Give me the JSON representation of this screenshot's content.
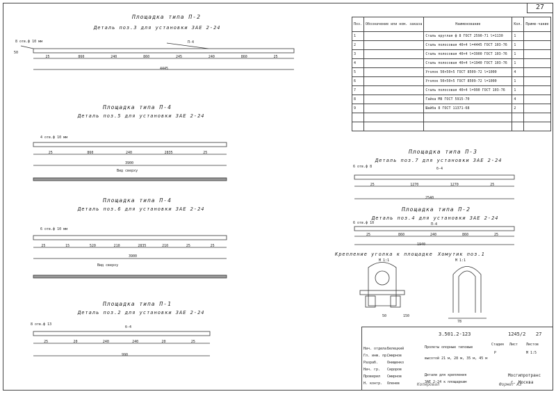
{
  "page_number": "27",
  "drawings": [
    {
      "id": "p2a",
      "title": "Площадка типа П-2",
      "subtitle": "Деталь поз.3 для установки ЗАЕ 2-24",
      "holes": "8 отв.ф 10 мм",
      "mark": "П-4",
      "dims": [
        "25",
        "860",
        "240",
        "860",
        "245",
        "240",
        "860",
        "25"
      ],
      "total": "4445",
      "side": "50"
    },
    {
      "id": "p4a",
      "title": "Площадка типа П-4",
      "subtitle": "Деталь поз.5 для установки ЗАЕ 2-24",
      "holes": "4 отв.ф 10 мм",
      "dims": [
        "25",
        "860",
        "240",
        "2835",
        "25"
      ],
      "total": "3900",
      "view": "Вид сверху"
    },
    {
      "id": "p4b",
      "title": "Площадка типа П-4",
      "subtitle": "Деталь поз.6 для установки ЗАЕ 2-24",
      "holes": "6 отв.ф 10 мм",
      "dims": [
        "25",
        "15",
        "520",
        "210",
        "2835",
        "210",
        "25",
        "25"
      ],
      "total": "3900",
      "view": "Вид сверху"
    },
    {
      "id": "p1",
      "title": "Площадка типа П-1",
      "subtitle": "Деталь поз.2 для установки ЗАЕ 2-24",
      "holes": "8 отв.ф 13",
      "mark": "б-4",
      "dims": [
        "25",
        "20",
        "240",
        "240",
        "20",
        "25"
      ],
      "total": "990"
    },
    {
      "id": "p3",
      "title": "Площадка типа П-3",
      "subtitle": "Деталь поз.7 для установки ЗАЕ 2-24",
      "holes": "6 отв.ф 8",
      "mark": "б-4",
      "dims": [
        "25",
        "1270",
        "1270",
        "25"
      ],
      "total": "2540"
    },
    {
      "id": "p2b",
      "title": "Площадка типа П-2",
      "subtitle": "Деталь поз.4 для установки ЗАЕ 2-24",
      "holes": "6 отв.ф 10",
      "mark": "П-4",
      "dims": [
        "25",
        "860",
        "240",
        "860",
        "25"
      ],
      "total": "1940"
    }
  ],
  "spec": {
    "headers": [
      "Поз.",
      "Обозначение или ном. заказа",
      "Наименование",
      "Кол.",
      "Приме-чание"
    ],
    "rows": [
      [
        "1",
        "",
        "Сталь круглая ф 8 ГОСТ 2590-71 l=1130",
        "1",
        ""
      ],
      [
        "2",
        "",
        "Сталь полосовая 40×4 l=4445 ГОСТ 103-76",
        "1",
        ""
      ],
      [
        "3",
        "",
        "Сталь полосовая 40×4 l=3900 ГОСТ 103-76",
        "1",
        ""
      ],
      [
        "4",
        "",
        "Сталь полосовая 40×4 l=1940 ГОСТ 103-76",
        "1",
        ""
      ],
      [
        "5",
        "",
        "Уголок 50×50×5 ГОСТ 8509-72 l=1000",
        "4",
        ""
      ],
      [
        "6",
        "",
        "Уголок 50×50×5 ГОСТ 8509-72 l=1000",
        "1",
        ""
      ],
      [
        "7",
        "",
        "Сталь полосовая 40×4 l=990 ГОСТ 103-76",
        "1",
        ""
      ],
      [
        "8",
        "",
        "Гайка М8 ГОСТ 5915-70",
        "4",
        ""
      ],
      [
        "9",
        "",
        "Шайба 8 ГОСТ 11371-68",
        "2",
        ""
      ],
      [
        "",
        "",
        "",
        "",
        ""
      ],
      [
        "",
        "",
        "",
        "",
        ""
      ]
    ]
  },
  "details": {
    "fastening_title": "Крепление уголка к площадке",
    "fastening_scale": "М 1:1",
    "clamp_title": "Хомутик поз.1",
    "clamp_scale": "М 1:1",
    "dims": [
      "50",
      "150",
      "78"
    ]
  },
  "title_block": {
    "code": "3.501.2-123",
    "sheet_code": "1245/2",
    "sheet_no": "27",
    "name1": "Пролеты опорные типовые",
    "name2": "высотой 21 м, 28 м, 35 м, 45 м",
    "name3": "Детали для крепления",
    "name4": "ЗАЕ 2-24 к площадкам",
    "stage": "Р",
    "scale": "М 1:5",
    "org": "Мосгипротранс",
    "city": "г. Москва",
    "roles": [
      "Нач. отдела",
      "Гл. инж. пр.",
      "Разраб.",
      "Нач. гр.",
      "Проверил",
      "Н. контр."
    ],
    "names": [
      "Белецкий",
      "Смирнов",
      "Онищенко",
      "Сидоров",
      "Смирнов",
      "Оленев"
    ],
    "hdr": [
      "Стадия",
      "Лист",
      "Листов"
    ]
  },
  "signatures": [
    "Копировал",
    "Формат А3"
  ]
}
